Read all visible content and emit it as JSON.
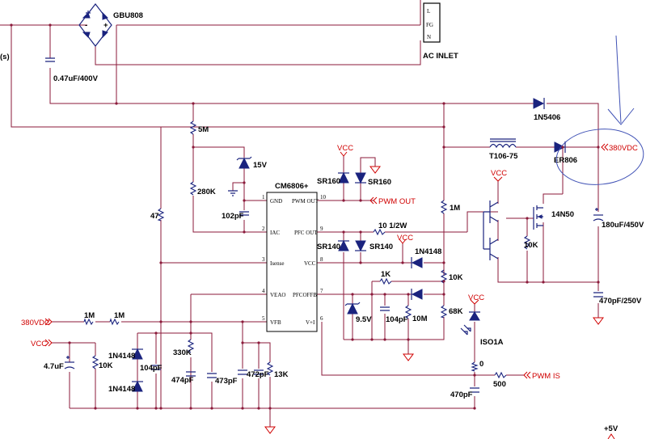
{
  "labels": {
    "bridge": "GBU808",
    "ac_inlet": "AC INLET",
    "inlet_l": "L",
    "inlet_fg": "FG",
    "inlet_n": "N",
    "bridge_minus": "-",
    "bridge_plus": "+",
    "left_edge": "(s)",
    "cap_input": "0.47uF/400V",
    "diode_main": "1N5406",
    "r_5m": "5M",
    "zener_15v": "15V",
    "r_280k": "280K",
    "cap_102pf": "102pF",
    "ic_name": "CM6806+",
    "r_47": "47",
    "vcc1": "VCC",
    "vcc2": "VCC",
    "vcc3": "VCC",
    "vcc4": "VCC",
    "vcc_left": "VCC",
    "sr160a": "SR160",
    "sr160b": "SR160",
    "sr140a": "SR140",
    "sr140b": "SR140",
    "pwm_out": "PWM OUT",
    "r_10_half": "10 1/2W",
    "r_1m_right": "1M",
    "inductor": "T106-75",
    "er806": "ER806",
    "hv_out": "380VDC",
    "hv_in": "380VDC",
    "mosfet": "14N50",
    "r_10k_gate": "10K",
    "cap_bulk": "180uF/450V",
    "d_1n4148_right": "1N4148",
    "r_1k": "1K",
    "r_10k_right": "10K",
    "zener_9v5": "9.5V",
    "cap_104pf_mid": "104pF",
    "r_10m": "10M",
    "r_68k": "68K",
    "cap_470pf_250v": "470pF/250V",
    "iso": "ISO1A",
    "r_0": "0",
    "r_500": "500",
    "pwm_is": "PWM IS",
    "cap_470pf": "470pF",
    "plus5v": "+5V",
    "r_1m_a": "1M",
    "r_1m_b": "1M",
    "cap_4u7": "4.7uF",
    "r_10k_left": "10K",
    "d_1n4148_a": "1N4148",
    "d_1n4148_b": "1N4148",
    "cap_104pf_left": "104pF",
    "r_330k": "330K",
    "cap_474pf": "474pF",
    "cap_473pf": "473pF",
    "cap_472pf": "472pF",
    "r_13k": "13K"
  },
  "ic_pins": [
    {
      "num": "1",
      "name": "GND"
    },
    {
      "num": "2",
      "name": "IAC"
    },
    {
      "num": "3",
      "name": "Isense"
    },
    {
      "num": "4",
      "name": "VEAO"
    },
    {
      "num": "5",
      "name": "VFB"
    },
    {
      "num": "6",
      "name": "V+I"
    },
    {
      "num": "7",
      "name": "PFCOFFB"
    },
    {
      "num": "8",
      "name": "VCC"
    },
    {
      "num": "9",
      "name": "PFC OUT"
    },
    {
      "num": "10",
      "name": "PWM OUT"
    }
  ],
  "colors": {
    "wire": "#8b1a3a",
    "component": "#1a237e",
    "net_label": "#d00000",
    "annotation": "#3f51b5"
  }
}
